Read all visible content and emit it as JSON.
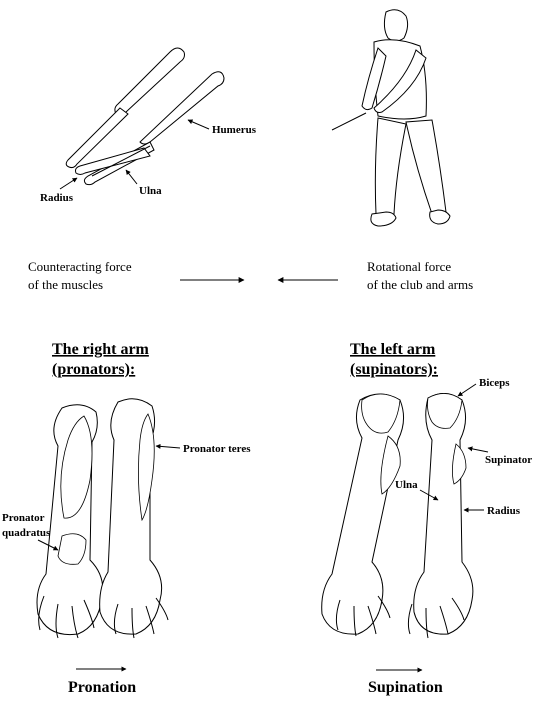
{
  "labels": {
    "humerus": "Humerus",
    "radius": "Radius",
    "ulna": "Ulna",
    "counter_force_line1": "Counteracting force",
    "counter_force_line2": "of the muscles",
    "rotational_force_line1": "Rotational force",
    "rotational_force_line2": "of the club and arms",
    "right_arm_line1": "The right arm",
    "right_arm_line2": "(pronators):",
    "left_arm_line1": "The left arm",
    "left_arm_line2": "(supinators):",
    "pronator_teres": "Pronator teres",
    "pronator_quadratus_line1": "Pronator",
    "pronator_quadratus_line2": "quadratus",
    "biceps": "Biceps",
    "supinator": "Supinator",
    "ulna_left": "Ulna",
    "radius_left": "Radius",
    "pronation": "Pronation",
    "supination": "Supination"
  },
  "icons": [
    "arm-bones-illustration",
    "golfer-illustration",
    "right-forearm-illustration",
    "left-forearm-illustration"
  ]
}
